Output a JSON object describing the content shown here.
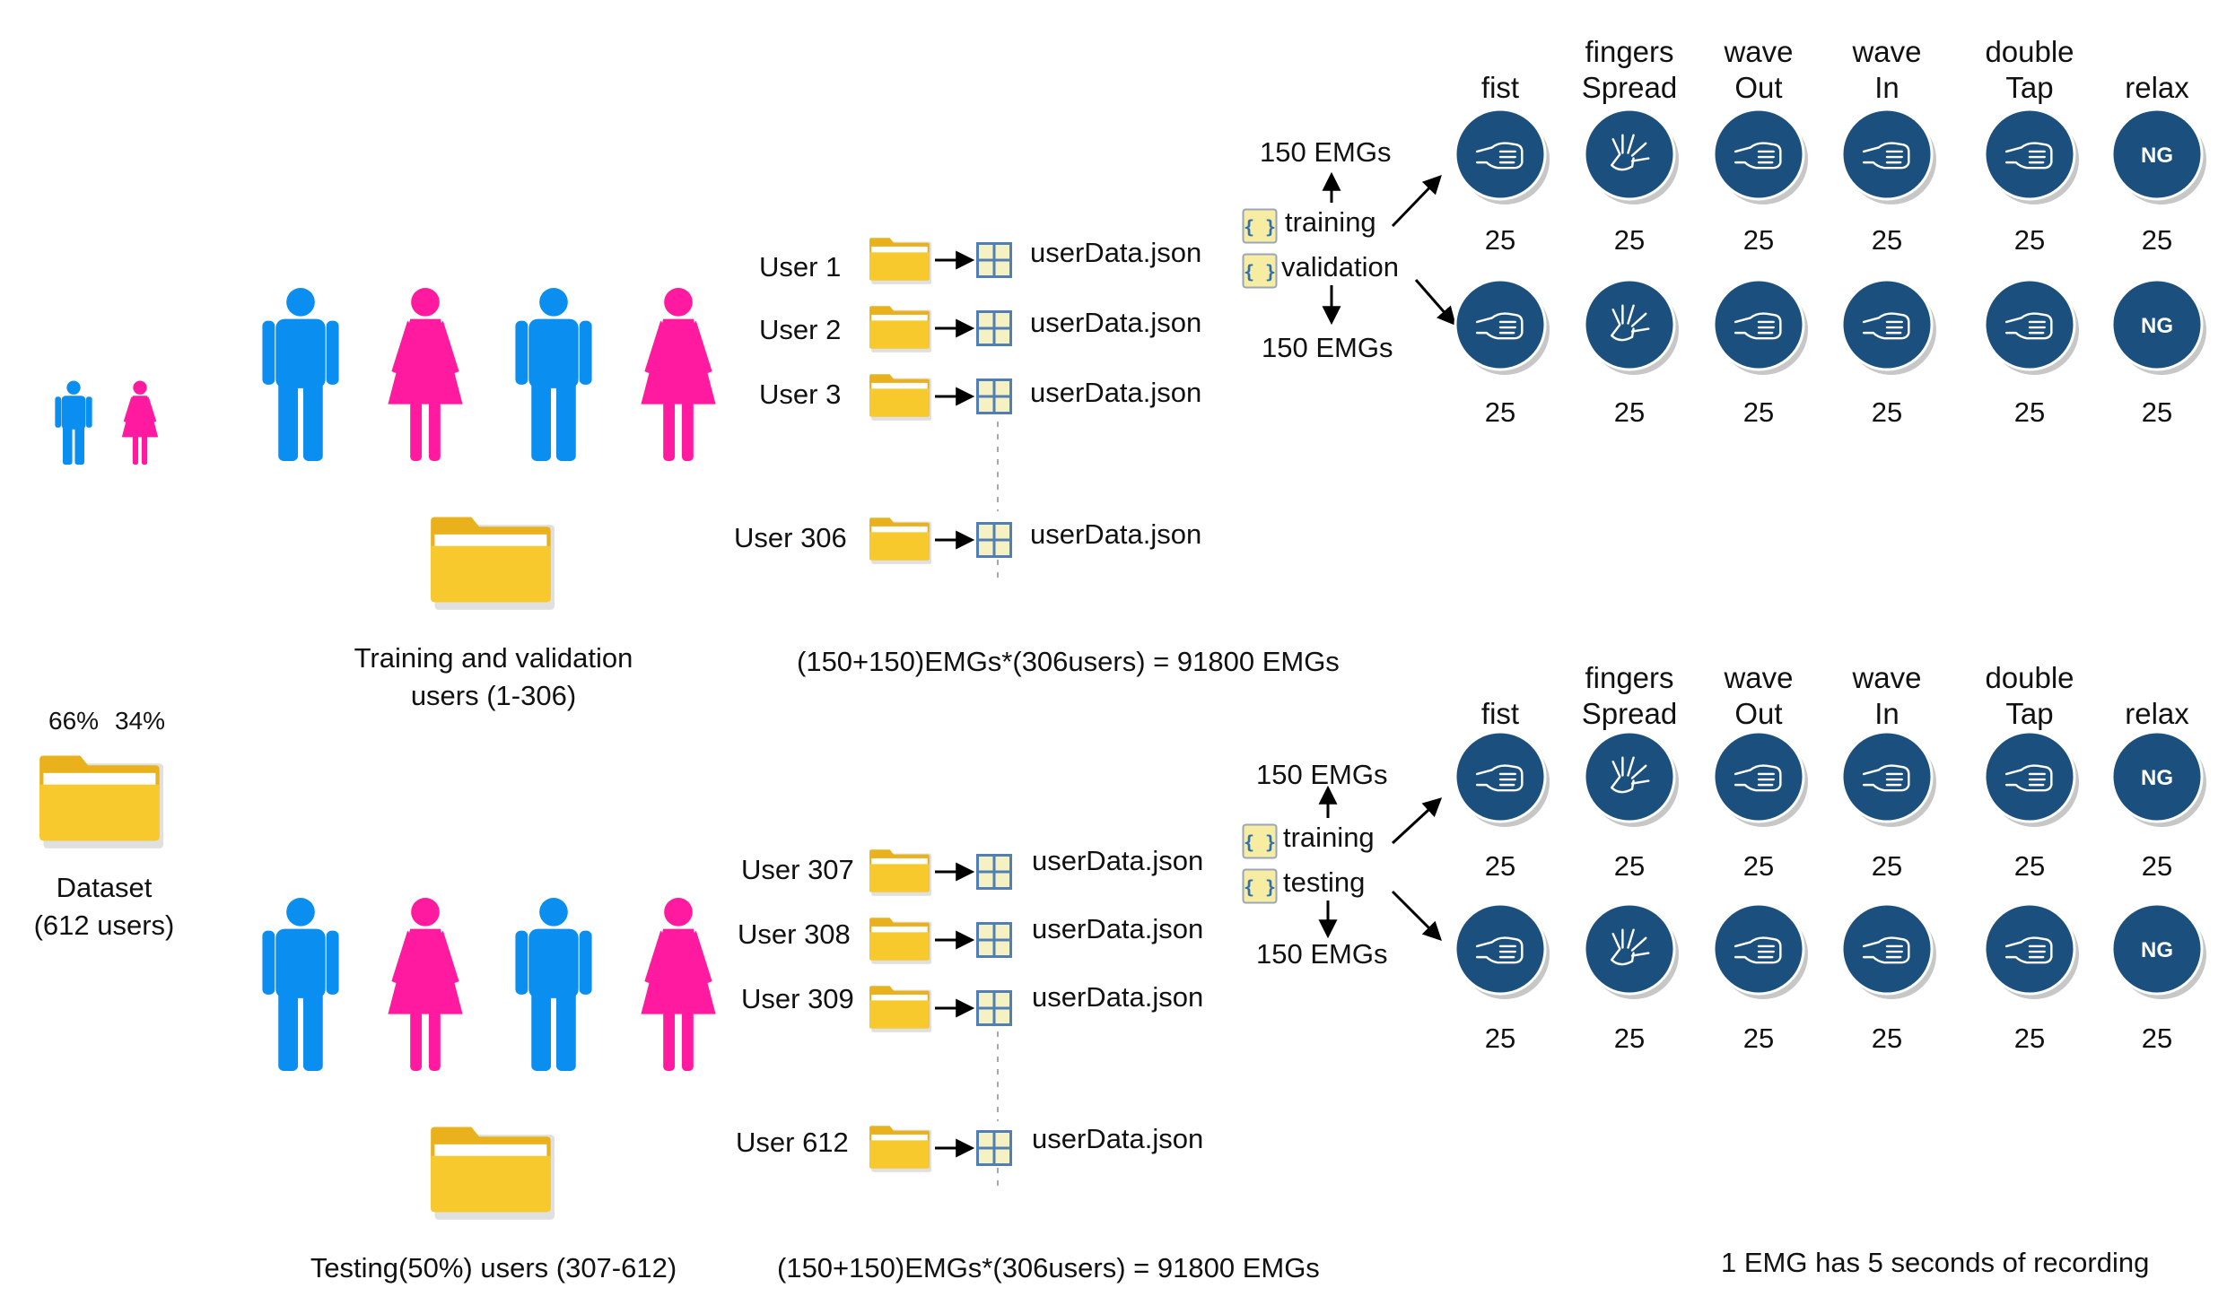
{
  "colors": {
    "male": "#0a8ef0",
    "female": "#ff1aa0",
    "folder": "#f6c62a",
    "gesture_circle": "#1b4f7e",
    "json_icon": "#f7efa8",
    "grid_icon_border": "#5b87b8"
  },
  "dataset": {
    "male_pct": "66%",
    "female_pct": "34%",
    "label_line1": "Dataset",
    "label_line2": "(612 users)"
  },
  "gestures": [
    {
      "name": "fist",
      "line1": "",
      "line2": "fist",
      "icon": "fist-icon"
    },
    {
      "name": "fingers-spread",
      "line1": "fingers",
      "line2": "Spread",
      "icon": "open-hand-icon"
    },
    {
      "name": "wave-out",
      "line1": "wave",
      "line2": "Out",
      "icon": "wave-out-hand-icon"
    },
    {
      "name": "wave-in",
      "line1": "wave",
      "line2": "In",
      "icon": "wave-in-hand-icon"
    },
    {
      "name": "double-tap",
      "line1": "double",
      "line2": "Tap",
      "icon": "double-tap-hand-icon"
    },
    {
      "name": "relax",
      "line1": "",
      "line2": "relax",
      "icon": "ng-icon",
      "icon_text": "NG"
    }
  ],
  "sections": [
    {
      "id": "training",
      "group_label_line1": "Training and validation",
      "group_label_line2": "users (1-306)",
      "users": [
        "User 1",
        "User 2",
        "User 3",
        "User 306"
      ],
      "file": "userData.json",
      "split_a": "training",
      "split_b": "validation",
      "emg_top": "150 EMGs",
      "emg_bottom": "150 EMGs",
      "counts_top": [
        "25",
        "25",
        "25",
        "25",
        "25",
        "25"
      ],
      "counts_bottom": [
        "25",
        "25",
        "25",
        "25",
        "25",
        "25"
      ],
      "formula": "(150+150)EMGs*(306users) = 91800 EMGs"
    },
    {
      "id": "testing",
      "group_label_line1": "Testing(50%) users (307-612)",
      "users": [
        "User 307",
        "User 308",
        "User 309",
        "User 612"
      ],
      "file": "userData.json",
      "split_a": "training",
      "split_b": "testing",
      "emg_top": "150 EMGs",
      "emg_bottom": "150 EMGs",
      "counts_top": [
        "25",
        "25",
        "25",
        "25",
        "25",
        "25"
      ],
      "counts_bottom": [
        "25",
        "25",
        "25",
        "25",
        "25",
        "25"
      ],
      "formula": "(150+150)EMGs*(306users) = 91800 EMGs"
    }
  ],
  "footnote": "1 EMG has 5 seconds of recording"
}
